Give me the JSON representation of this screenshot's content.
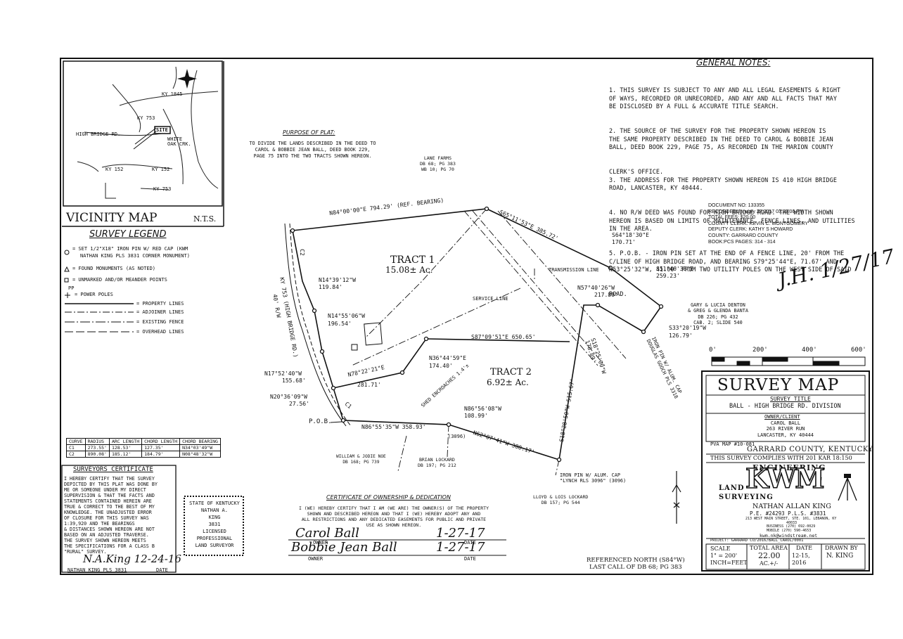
{
  "general_notes": {
    "heading": "GENERAL NOTES:",
    "lines": [
      "1. THIS SURVEY IS SUBJECT TO ANY AND ALL LEGAL EASEMENTS & RIGHT",
      "OF WAYS, RECORDED OR UNRECORDED, AND ANY AND ALL FACTS THAT MAY",
      "BE DISCLOSED BY A FULL & ACCURATE TITLE SEARCH.",
      "2. THE SOURCE OF THE SURVEY FOR THE PROPERTY SHOWN HEREON IS",
      "THE SAME PROPERTY DESCRIBED IN THE DEED TO CAROL & BOBBIE JEAN",
      "BALL, DEED BOOK 229, PAGE 75, AS RECORDED IN THE MARION COUNTY",
      "CLERK'S OFFICE.",
      "3. THE ADDRESS FOR THE PROPERTY SHOWN HEREON IS 410 HIGH BRIDGE",
      "ROAD, LANCASTER, KY 40444.",
      "4. NO R/W DEED WAS FOUND FOR HIGH BRIDGE ROAD. THE WIDTH SHOWN",
      "HEREON IS BASED ON LIMITS OF MAINTENANCE, FENCE LINES, AND UTILITIES",
      "IN THE AREA.",
      "5. P.O.B. - IRON PIN SET AT THE END OF A FENCE LINE, 20' FROM THE",
      "C/LINE OF HIGH BRIDGE ROAD, AND BEARING S79°25'44\"E, 71.67' AND",
      "N53°25'32\"W, 41.00' FROM TWO UTILITY POLES ON THE WEST SIDE OF SAID",
      "ROAD."
    ]
  },
  "recording": [
    "DOCUMENT NO: 133355",
    "RECORDED:January 27,2017 03:23:00 PM",
    "TOTAL FEES: $20.00",
    "COUNTY CLERK: KEVIN C. MONTGOMERY",
    "DEPUTY CLERK: KATHY S HOWARD",
    "COUNTY: GARRARD COUNTY",
    "BOOK:PCS PAGES: 314 - 314"
  ],
  "vicinity_map": {
    "title": "VICINITY MAP",
    "scale_note": "N.T.S.",
    "labels": {
      "ky1845": "KY 1845",
      "ky753a": "KY 753",
      "highbridge": "HIGH BRIDGE RD.",
      "site": "SITE",
      "whiteoak": "WHITE OAK CRK.",
      "ky152a": "KY 152",
      "ky152b": "KY 152",
      "ky753b": "KY 753"
    }
  },
  "legend": {
    "title": "SURVEY LEGEND",
    "items": [
      "= SET 1/2\"X18\" IRON PIN W/ RED CAP (KWM",
      "NATHAN KING PLS 3831 CORNER MONUMENT)",
      "= FOUND MONUMENTS (AS NOTED)",
      "= UNMARKED AND/OR MEANDER POINTS",
      "= POWER POLES",
      "= PROPERTY LINES",
      "= ADJOINER LINES",
      "= EXISTING FENCE",
      "= OVERHEAD LINES"
    ],
    "pp": "PP"
  },
  "purpose": {
    "title": "PURPOSE OF PLAT:",
    "lines": [
      "TO DIVIDE THE LANDS DESCRIBED IN THE DEED TO",
      "CAROL & BOBBIE JEAN BALL, DEED BOOK 229,",
      "PAGE 75 INTO THE TWO TRACTS SHOWN HEREON."
    ]
  },
  "plat": {
    "lane_farms": [
      "LANE FARMS",
      "DB 68; PG 383",
      "WB 10; PG 70"
    ],
    "tract1_name": "TRACT 1",
    "tract1_area": "15.08± Ac.",
    "tract2_name": "TRACT 2",
    "tract2_area": "6.92± Ac.",
    "b_n84": "N84°00'00\"E 794.29' (REF. BEARING)",
    "b_s65": "S65°11'53\"E 385.72'",
    "b_s64": "S64°18'30\"E",
    "d_s64": "170.71'",
    "b_s51": "S51°46'38\"E",
    "d_s51": "259.23'",
    "b_n57": "N57°40'26\"W",
    "d_n57": "217.80'",
    "b_s33": "S33°20'19\"W",
    "d_s33": "126.79'",
    "b_n14a": "N14°39'12\"W",
    "d_n14a": "119.84'",
    "b_n14b": "N14°55'06\"W",
    "d_n14b": "196.54'",
    "b_s87": "S87°09'51\"E 650.65'",
    "b_n36": "N36°44'59\"E",
    "d_n36": "174.40'",
    "b_n78": "N78°22'21\"E",
    "d_n78": "281.71'",
    "b_n17": "N17°52'40\"W",
    "d_n17": "155.68'",
    "b_n20": "N20°36'09\"W",
    "d_n20": "27.56'",
    "b_s18a": "S18°25'00\"W",
    "d_s18a": "178.89'",
    "b_s18b": "S18°28'50\"W 515.67'",
    "b_n86a": "N86°55'35\"W 358.93'",
    "b_n86b": "N86°56'08\"W",
    "d_n86b": "108.99'",
    "b_n62": "N62°07'41\"W 380.17'",
    "pob": "P.O.B.",
    "c1": "C1",
    "c2": "C2",
    "road": "KY 753 (HIGH BRIDGE RD.)",
    "row": "40' R/W",
    "transmission": "TRANSMISSION LINE",
    "service": "SERVICE LINE",
    "shed": "SHED ENCROACHES 1.4'±",
    "pin3096": "(3096)",
    "denton": [
      "GARY & LUCIA DENTON",
      "& GREG & GLENDA BANTA",
      "DB 226; PG 432",
      "CAB. 2; SLIDE 540"
    ],
    "iron_gooch": "IRON PIN W/ ALUM. CAP\nDOUGLAS GOOCH PLS 3318",
    "iron_lynch": [
      "IRON PIN W/ ALUM. CAP",
      "\"LYNCH RLS 3096\" (3096)"
    ],
    "noe": [
      "WILLIAM & JODIE NOE",
      "DB 168; PG 739"
    ],
    "brian": [
      "BRIAN LOCKARD",
      "DB 197; PG 212"
    ],
    "lloyd": [
      "LLOYD & LOIS LOCKARD",
      "DB 157; PG 544"
    ],
    "ref_north": [
      "REFERENCED NORTH (S84°W)",
      "LAST CALL OF DB 68; PG 383"
    ]
  },
  "curve_table": {
    "headers": [
      "CURVE",
      "RADIUS",
      "ARC LENGTH",
      "CHORD LENGTH",
      "CHORD BEARING"
    ],
    "rows": [
      [
        "C1",
        "273.55'",
        "128.53'",
        "127.35'",
        "N34°03'49\"W"
      ],
      [
        "C2",
        "890.08'",
        "185.12'",
        "184.79'",
        "N08°48'32\"W"
      ]
    ]
  },
  "surveyor_cert": {
    "title": "SURVEYORS CERTIFICATE",
    "lines": [
      "I HEREBY CERTIFY THAT THE SURVEY",
      "DEPICTED BY THIS PLAT WAS DONE BY",
      "ME OR SOMEONE UNDER MY DIRECT",
      "SUPERVISION & THAT THE FACTS AND",
      "STATEMENTS CONTAINED HEREIN ARE",
      "TRUE & CORRECT TO THE BEST OF MY",
      "KNOWLEDGE. THE UNADJUSTED ERROR",
      "OF CLOSURE FOR THIS SURVEY WAS",
      "1:39,920 AND THE BEARINGS",
      "& DISTANCES SHOWN HEREON ARE NOT",
      "BASED ON AN ADJUSTED TRAVERSE.",
      "THE SURVEY SHOWN HEREON MEETS",
      "THE SPECIFICATIONS FOR A CLASS B",
      "\"RURAL\" SURVEY."
    ],
    "signature": "N.A.King  12-24-16",
    "signer": "NATHAN KING PLS 3831",
    "date_label": "DATE"
  },
  "seal": {
    "lines": [
      "STATE OF KENTUCKY",
      "NATHAN A.",
      "KING",
      "3831",
      "LICENSED",
      "PROFESSIONAL",
      "LAND SURVEYOR"
    ]
  },
  "ownership_cert": {
    "title": "CERTIFICATE OF OWNERSHIP & DEDICATION",
    "lines": [
      "I (WE) HEREBY CERTIFY THAT I AM (WE ARE) THE OWNER(S) OF THE PROPERTY",
      "SHOWN AND DESCRIBED HEREON AND THAT I (WE) HEREBY ADOPT ANY AND",
      "ALL RESTRICTIONS AND ANY DEDICATED EASEMENTS FOR PUBLIC AND PRIVATE",
      "USE AS SHOWN HEREON."
    ],
    "sig1": "Carol Ball",
    "date1": "1-27-17",
    "sig2": "Bobbie Jean Ball",
    "date2": "1-27-17",
    "owner_label": "OWNER",
    "date_label": "DATE"
  },
  "clerk_signature": "J.H. 1/27/17",
  "scale_bar": {
    "labels": [
      "0'",
      "200'",
      "400'",
      "600'"
    ]
  },
  "title_block": {
    "title": "SURVEY MAP",
    "survey_title_label": "SURVEY TITLE",
    "survey_title": "BALL - HIGH BRIDGE RD. DIVISION",
    "owner_label": "OWNER/CLIENT",
    "owner_lines": [
      "CAROL BALL",
      "263 RIVER RUN",
      "LANCASTER, KY 40444"
    ],
    "pva": "PVA MAP #10-081",
    "county": "GARRARD COUNTY, KENTUCKY",
    "complies": "THIS SURVEY COMPLIES WITH 201 KAR 18:150",
    "firm_top": "ENGINEERING",
    "firm_amp": "&",
    "firm_land": "LAND",
    "firm_surveying": "SURVEYING",
    "firm_logo": "KWM",
    "surveyor_name": "NATHAN ALLAN KING",
    "pe": "P.E. #24293 P.L.S. #3831",
    "address": "213 WEST MAIN STREET, STE. 101, LEBANON, KY",
    "zip": "40033",
    "business": "BUSINESS (270) 692-0029",
    "mobile": "MOBILE (270) 590-4653",
    "email": "kwm.nk@windstream.net",
    "project": "PROJECT: GARRARD CO/2016/BALL_CAROL/0001",
    "scale_label": "SCALE",
    "scale_value": "1\" = 200'",
    "scale_unit": "INCH=FEET",
    "area_label": "TOTAL AREA",
    "area_value": "22.00",
    "area_unit": "AC.+/-",
    "date_label": "DATE",
    "date_value": "12-15, 2016",
    "drawn_label": "DRAWN BY",
    "drawn_value": "N. KING"
  }
}
